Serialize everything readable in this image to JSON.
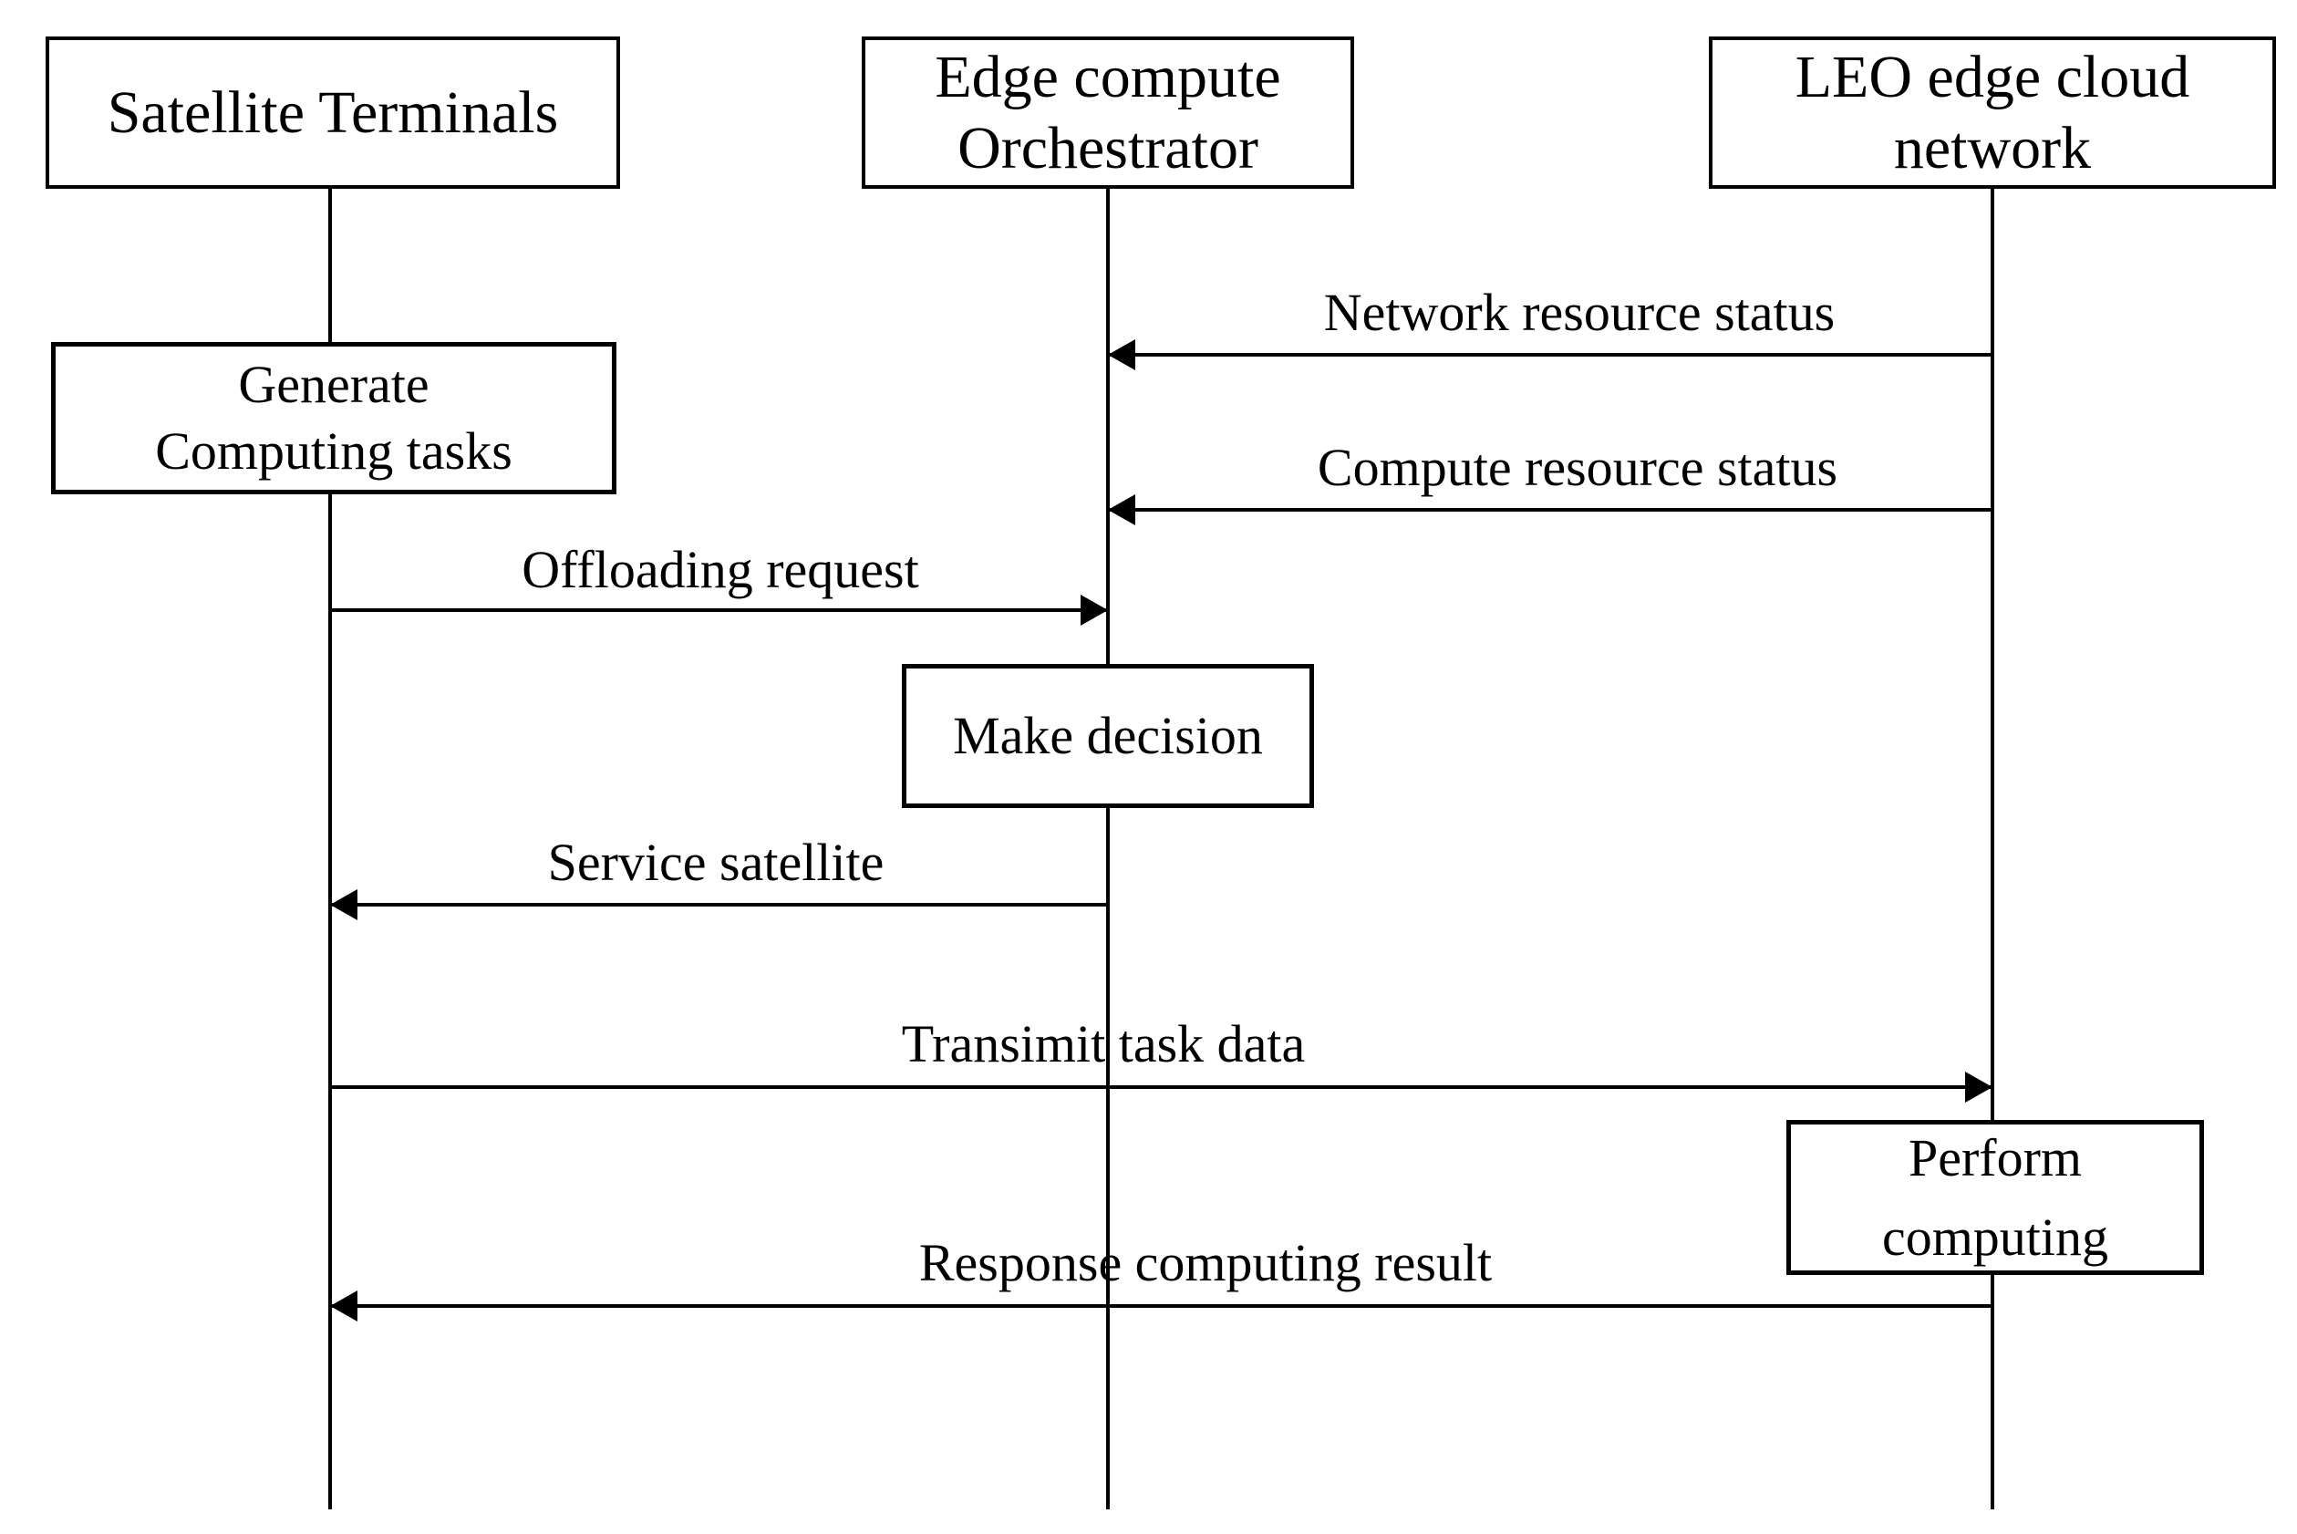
{
  "diagram": {
    "type": "sequence-diagram",
    "colors": {
      "line": "#000000",
      "text": "#000000",
      "background": "#ffffff"
    },
    "actors": [
      {
        "id": "satellite-terminals",
        "label": "Satellite Terminals"
      },
      {
        "id": "edge-compute-orchestrator",
        "label": "Edge compute\nOrchestrator"
      },
      {
        "id": "leo-edge-cloud-network",
        "label": "LEO edge cloud\nnetwork"
      }
    ],
    "activities": [
      {
        "on": "satellite-terminals",
        "label": "Generate\nComputing tasks"
      },
      {
        "on": "edge-compute-orchestrator",
        "label": "Make decision"
      },
      {
        "on": "leo-edge-cloud-network",
        "label": "Perform\ncomputing"
      }
    ],
    "messages": [
      {
        "label": "Network resource status",
        "from": "leo-edge-cloud-network",
        "to": "edge-compute-orchestrator",
        "direction": "left"
      },
      {
        "label": "Compute resource status",
        "from": "leo-edge-cloud-network",
        "to": "edge-compute-orchestrator",
        "direction": "left"
      },
      {
        "label": "Offloading request",
        "from": "satellite-terminals",
        "to": "edge-compute-orchestrator",
        "direction": "right"
      },
      {
        "label": "Service satellite",
        "from": "edge-compute-orchestrator",
        "to": "satellite-terminals",
        "direction": "left"
      },
      {
        "label": "Transimit task data",
        "from": "satellite-terminals",
        "to": "leo-edge-cloud-network",
        "direction": "right"
      },
      {
        "label": "Response computing result",
        "from": "leo-edge-cloud-network",
        "to": "satellite-terminals",
        "direction": "left"
      }
    ]
  }
}
